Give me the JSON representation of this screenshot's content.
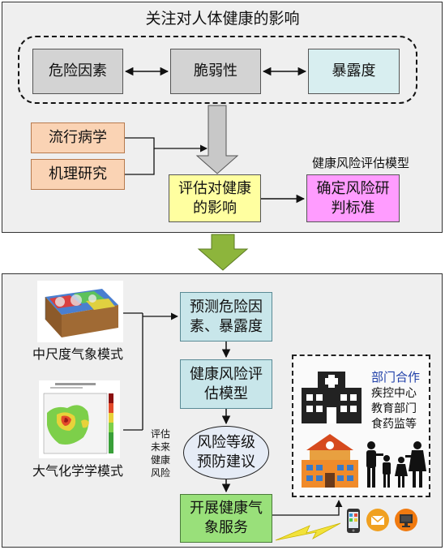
{
  "top_panel": {
    "title": "关注对人体健康的影响",
    "factors": [
      "危险因素",
      "脆弱性",
      "暴露度"
    ],
    "inputs": [
      "流行病学",
      "机理研究"
    ],
    "assess_box": "评估对健康\n的影响",
    "model_label": "健康风险评估模型",
    "criteria_box": "确定风险研\n判标准"
  },
  "bottom_panel": {
    "model1_label": "中尺度气象模式",
    "model2_label": "大气化学学模式",
    "predict_box": "预测危险因\n素、暴露度",
    "risk_model_box": "健康风险评\n估模型",
    "warning_oval": "风险等级\n预防建议",
    "side_note": "评估\n未来\n健康\n风险",
    "service_box": "开展健康气\n象服务",
    "cooperation_title": "部门合作",
    "departments": [
      "疾控中心",
      "教育部门",
      "食药监等"
    ]
  },
  "colors": {
    "panel_bg": "#efefef",
    "arrow_green": "#8db53c",
    "arrow_gray": "#c8c8c8",
    "cooperation_blue": "#1f3fa8"
  }
}
